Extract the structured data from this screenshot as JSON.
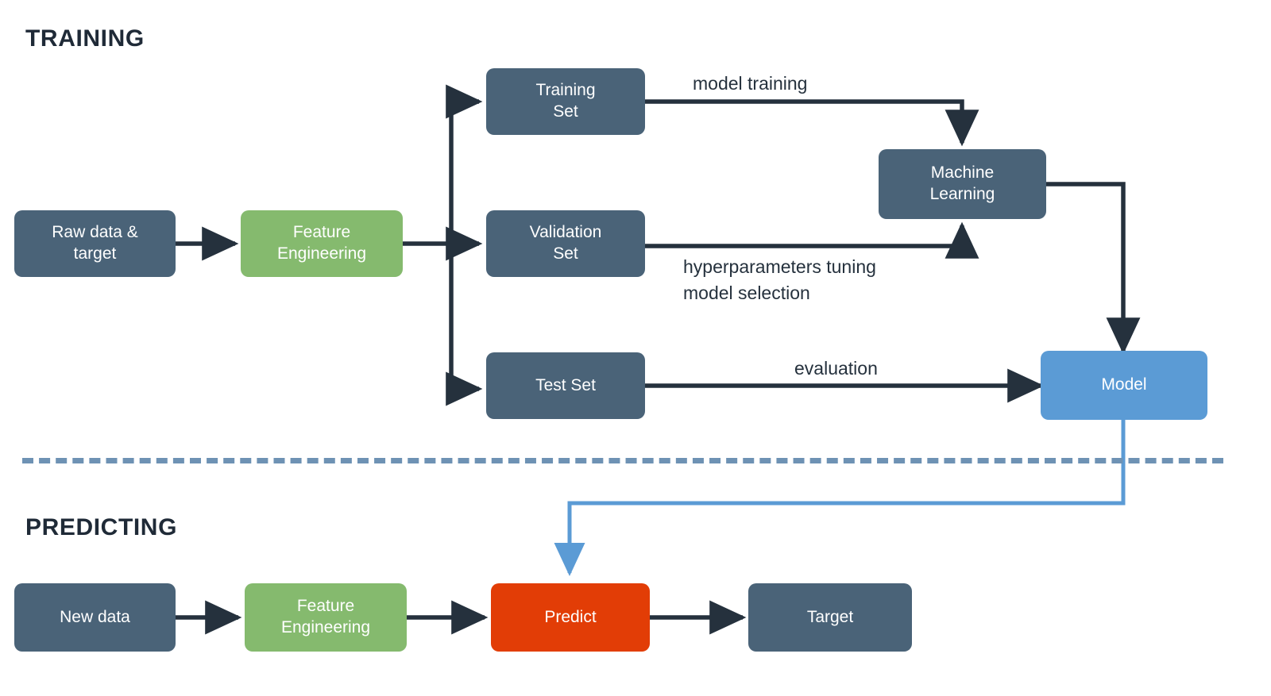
{
  "diagram": {
    "title_training": "TRAINING",
    "title_predicting": "PREDICTING",
    "colors": {
      "dark_slate": "#4a6378",
      "green": "#85ba6e",
      "blue": "#5b9bd5",
      "red_orange": "#e23d06",
      "arrow_dark": "#25313d",
      "arrow_blue": "#5b9bd5",
      "divider": "#6e92b4",
      "text_dark": "#1f2a37",
      "background": "#ffffff"
    },
    "nodes": {
      "raw_data": "Raw data &\ntarget",
      "feature_engineering_top": "Feature\nEngineering",
      "training_set": "Training\nSet",
      "validation_set": "Validation\nSet",
      "test_set": "Test Set",
      "machine_learning": "Machine\nLearning",
      "model": "Model",
      "new_data": "New data",
      "feature_engineering_bottom": "Feature\nEngineering",
      "predict": "Predict",
      "target": "Target"
    },
    "edge_labels": {
      "model_training": "model training",
      "hyperparameters": "hyperparameters tuning\nmodel selection",
      "evaluation": "evaluation"
    }
  }
}
